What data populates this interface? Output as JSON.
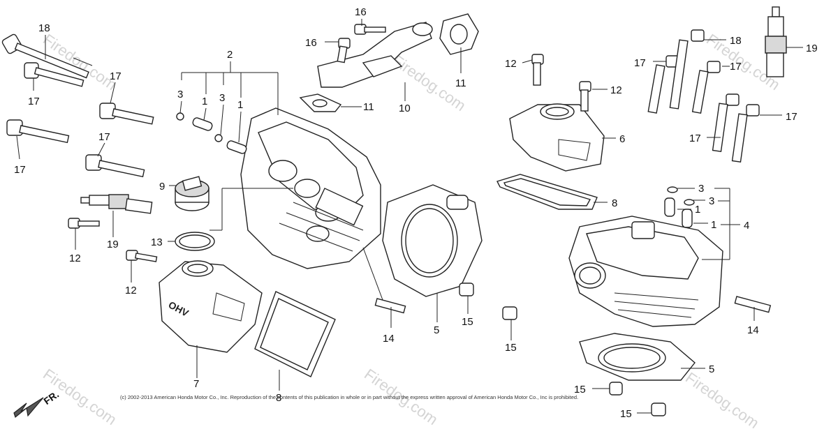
{
  "diagram": {
    "callouts": [
      {
        "id": "c18a",
        "text": "18"
      },
      {
        "id": "c17a",
        "text": "17"
      },
      {
        "id": "c17b",
        "text": "17"
      },
      {
        "id": "c17c",
        "text": "17"
      },
      {
        "id": "c17d",
        "text": "17"
      },
      {
        "id": "c17e",
        "text": "17"
      },
      {
        "id": "c2",
        "text": "2"
      },
      {
        "id": "c3a",
        "text": "3"
      },
      {
        "id": "c1a",
        "text": "1"
      },
      {
        "id": "c3b",
        "text": "3"
      },
      {
        "id": "c1b",
        "text": "1"
      },
      {
        "id": "c16a",
        "text": "16"
      },
      {
        "id": "c16b",
        "text": "16"
      },
      {
        "id": "c11a",
        "text": "11"
      },
      {
        "id": "c11b",
        "text": "11"
      },
      {
        "id": "c10",
        "text": "10"
      },
      {
        "id": "c9",
        "text": "9"
      },
      {
        "id": "c19a",
        "text": "19"
      },
      {
        "id": "c12a",
        "text": "12"
      },
      {
        "id": "c13",
        "text": "13"
      },
      {
        "id": "c12b",
        "text": "12"
      },
      {
        "id": "c7",
        "text": "7"
      },
      {
        "id": "c8a",
        "text": "8"
      },
      {
        "id": "c14a",
        "text": "14"
      },
      {
        "id": "c5a",
        "text": "5"
      },
      {
        "id": "c15a",
        "text": "15"
      },
      {
        "id": "c15b",
        "text": "15"
      },
      {
        "id": "c12c",
        "text": "12"
      },
      {
        "id": "c12d",
        "text": "12"
      },
      {
        "id": "c6",
        "text": "6"
      },
      {
        "id": "c8b",
        "text": "8"
      },
      {
        "id": "c18b",
        "text": "18"
      },
      {
        "id": "c19b",
        "text": "19"
      },
      {
        "id": "c17f",
        "text": "17"
      },
      {
        "id": "c17g",
        "text": "17"
      },
      {
        "id": "c17h",
        "text": "17"
      },
      {
        "id": "c3c",
        "text": "3"
      },
      {
        "id": "c3d",
        "text": "3"
      },
      {
        "id": "c1c",
        "text": "1"
      },
      {
        "id": "c1d",
        "text": "1"
      },
      {
        "id": "c4",
        "text": "4"
      },
      {
        "id": "c14b",
        "text": "14"
      },
      {
        "id": "c5b",
        "text": "5"
      },
      {
        "id": "c15c",
        "text": "15"
      },
      {
        "id": "c15d",
        "text": "15"
      }
    ],
    "cover_marking": "OHV",
    "front_marker": "FR.",
    "watermark": "Firedog.com",
    "copyright": "(c) 2002-2013 American Honda Motor Co., Inc. Reproduction of the contents of this publication in whole or in part without the express written approval of American Honda Motor Co., Inc is prohibited."
  }
}
